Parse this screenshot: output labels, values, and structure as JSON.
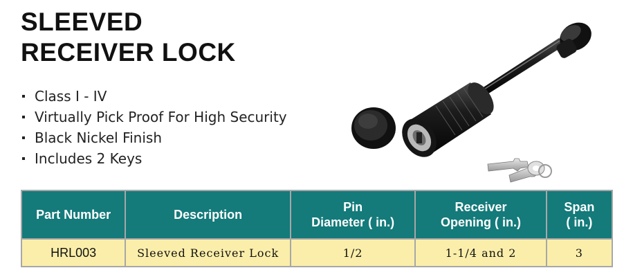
{
  "title": {
    "line1": "SLEEVED",
    "line2": "RECEIVER LOCK"
  },
  "features": [
    "Class I - IV",
    "Virtually Pick Proof For High Security",
    "Black Nickel Finish",
    "Includes 2 Keys"
  ],
  "table": {
    "headers": {
      "part_number": "Part Number",
      "description": "Description",
      "pin_line1": "Pin",
      "pin_line2": "Diameter ( in.)",
      "receiver_line1": "Receiver",
      "receiver_line2": "Opening ( in.)",
      "span_line1": "Span",
      "span_line2": "( in.)"
    },
    "rows": [
      {
        "part_number": "HRL003",
        "description": "Sleeved Receiver Lock",
        "pin_diameter": "1/2",
        "receiver_opening": "1-1/4 and 2",
        "span": "3"
      }
    ]
  },
  "colors": {
    "header_bg": "#147a7a",
    "row_bg": "#fbeeaa",
    "border": "#a7a7a7"
  }
}
